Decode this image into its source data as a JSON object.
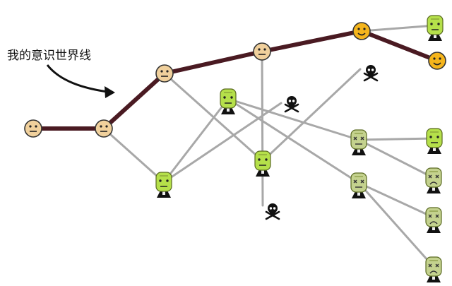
{
  "label": "我的意识世界线",
  "colors": {
    "path": "#4a1a22",
    "branch": "#a8a8a8",
    "face": "#f0d09c",
    "happy": "#f5b51c",
    "zombie": "#b5e04a",
    "zombie_sick": "#c4d28e",
    "ink": "#111111"
  },
  "diagram": {
    "nodes": [
      {
        "id": "n1",
        "kind": "neutral"
      },
      {
        "id": "n2",
        "kind": "neutral"
      },
      {
        "id": "n3",
        "kind": "neutral"
      },
      {
        "id": "n4",
        "kind": "neutral"
      },
      {
        "id": "n5",
        "kind": "happy"
      },
      {
        "id": "n6",
        "kind": "happy"
      },
      {
        "id": "z1",
        "kind": "zombie"
      },
      {
        "id": "z2",
        "kind": "zombie"
      },
      {
        "id": "z3",
        "kind": "zombie"
      },
      {
        "id": "z4",
        "kind": "zombie"
      },
      {
        "id": "z5",
        "kind": "zombie"
      },
      {
        "id": "s1",
        "kind": "sick"
      },
      {
        "id": "s2",
        "kind": "sick"
      },
      {
        "id": "s3",
        "kind": "sick-sad"
      },
      {
        "id": "s4",
        "kind": "sick-sad"
      },
      {
        "id": "s5",
        "kind": "sick-sad"
      },
      {
        "id": "k1",
        "kind": "skull"
      },
      {
        "id": "k2",
        "kind": "skull"
      },
      {
        "id": "k3",
        "kind": "skull"
      }
    ],
    "path_edges": [
      [
        "n1",
        "n2"
      ],
      [
        "n2",
        "n3"
      ],
      [
        "n3",
        "n4"
      ],
      [
        "n4",
        "n5"
      ],
      [
        "n5",
        "n6"
      ]
    ],
    "branch_edges": [
      [
        "n2",
        "z1"
      ],
      [
        "n3",
        "z2"
      ],
      [
        "z2",
        "k1"
      ],
      [
        "n4",
        "k2"
      ],
      [
        "n5",
        "z4"
      ],
      [
        "z1",
        "k3"
      ],
      [
        "z1",
        "z3"
      ],
      [
        "z3",
        "s1"
      ],
      [
        "z3",
        "s2"
      ],
      [
        "s1",
        "z5"
      ],
      [
        "s1",
        "s3"
      ],
      [
        "s2",
        "s4"
      ],
      [
        "s2",
        "s5"
      ]
    ]
  }
}
